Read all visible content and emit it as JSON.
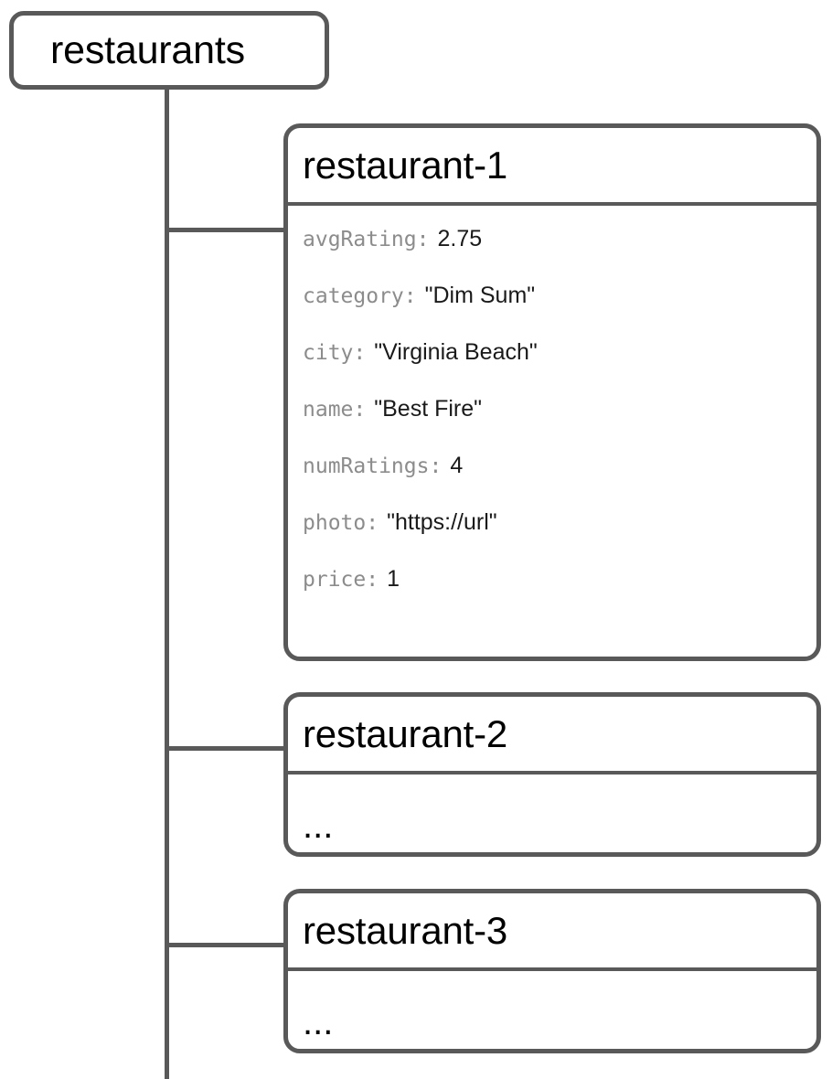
{
  "diagram": {
    "type": "firestore-collection-tree",
    "root": {
      "label": "restaurants"
    },
    "documents": [
      {
        "id": "restaurant-1",
        "fields": [
          {
            "key": "avgRating:",
            "value": "2.75"
          },
          {
            "key": "category:",
            "value": "\"Dim Sum\""
          },
          {
            "key": "city:",
            "value": "\"Virginia Beach\""
          },
          {
            "key": "name:",
            "value": "\"Best Fire\""
          },
          {
            "key": "numRatings:",
            "value": "4"
          },
          {
            "key": "photo:",
            "value": "\"https://url\""
          },
          {
            "key": "price:",
            "value": "1"
          }
        ],
        "placeholder": ""
      },
      {
        "id": "restaurant-2",
        "fields": [],
        "placeholder": "..."
      },
      {
        "id": "restaurant-3",
        "fields": [],
        "placeholder": "..."
      }
    ]
  },
  "colors": {
    "stroke": "#595959",
    "key_text": "#8c8c8c",
    "value_text": "#1a1a1a",
    "title_text": "#000000",
    "background": "#ffffff"
  }
}
